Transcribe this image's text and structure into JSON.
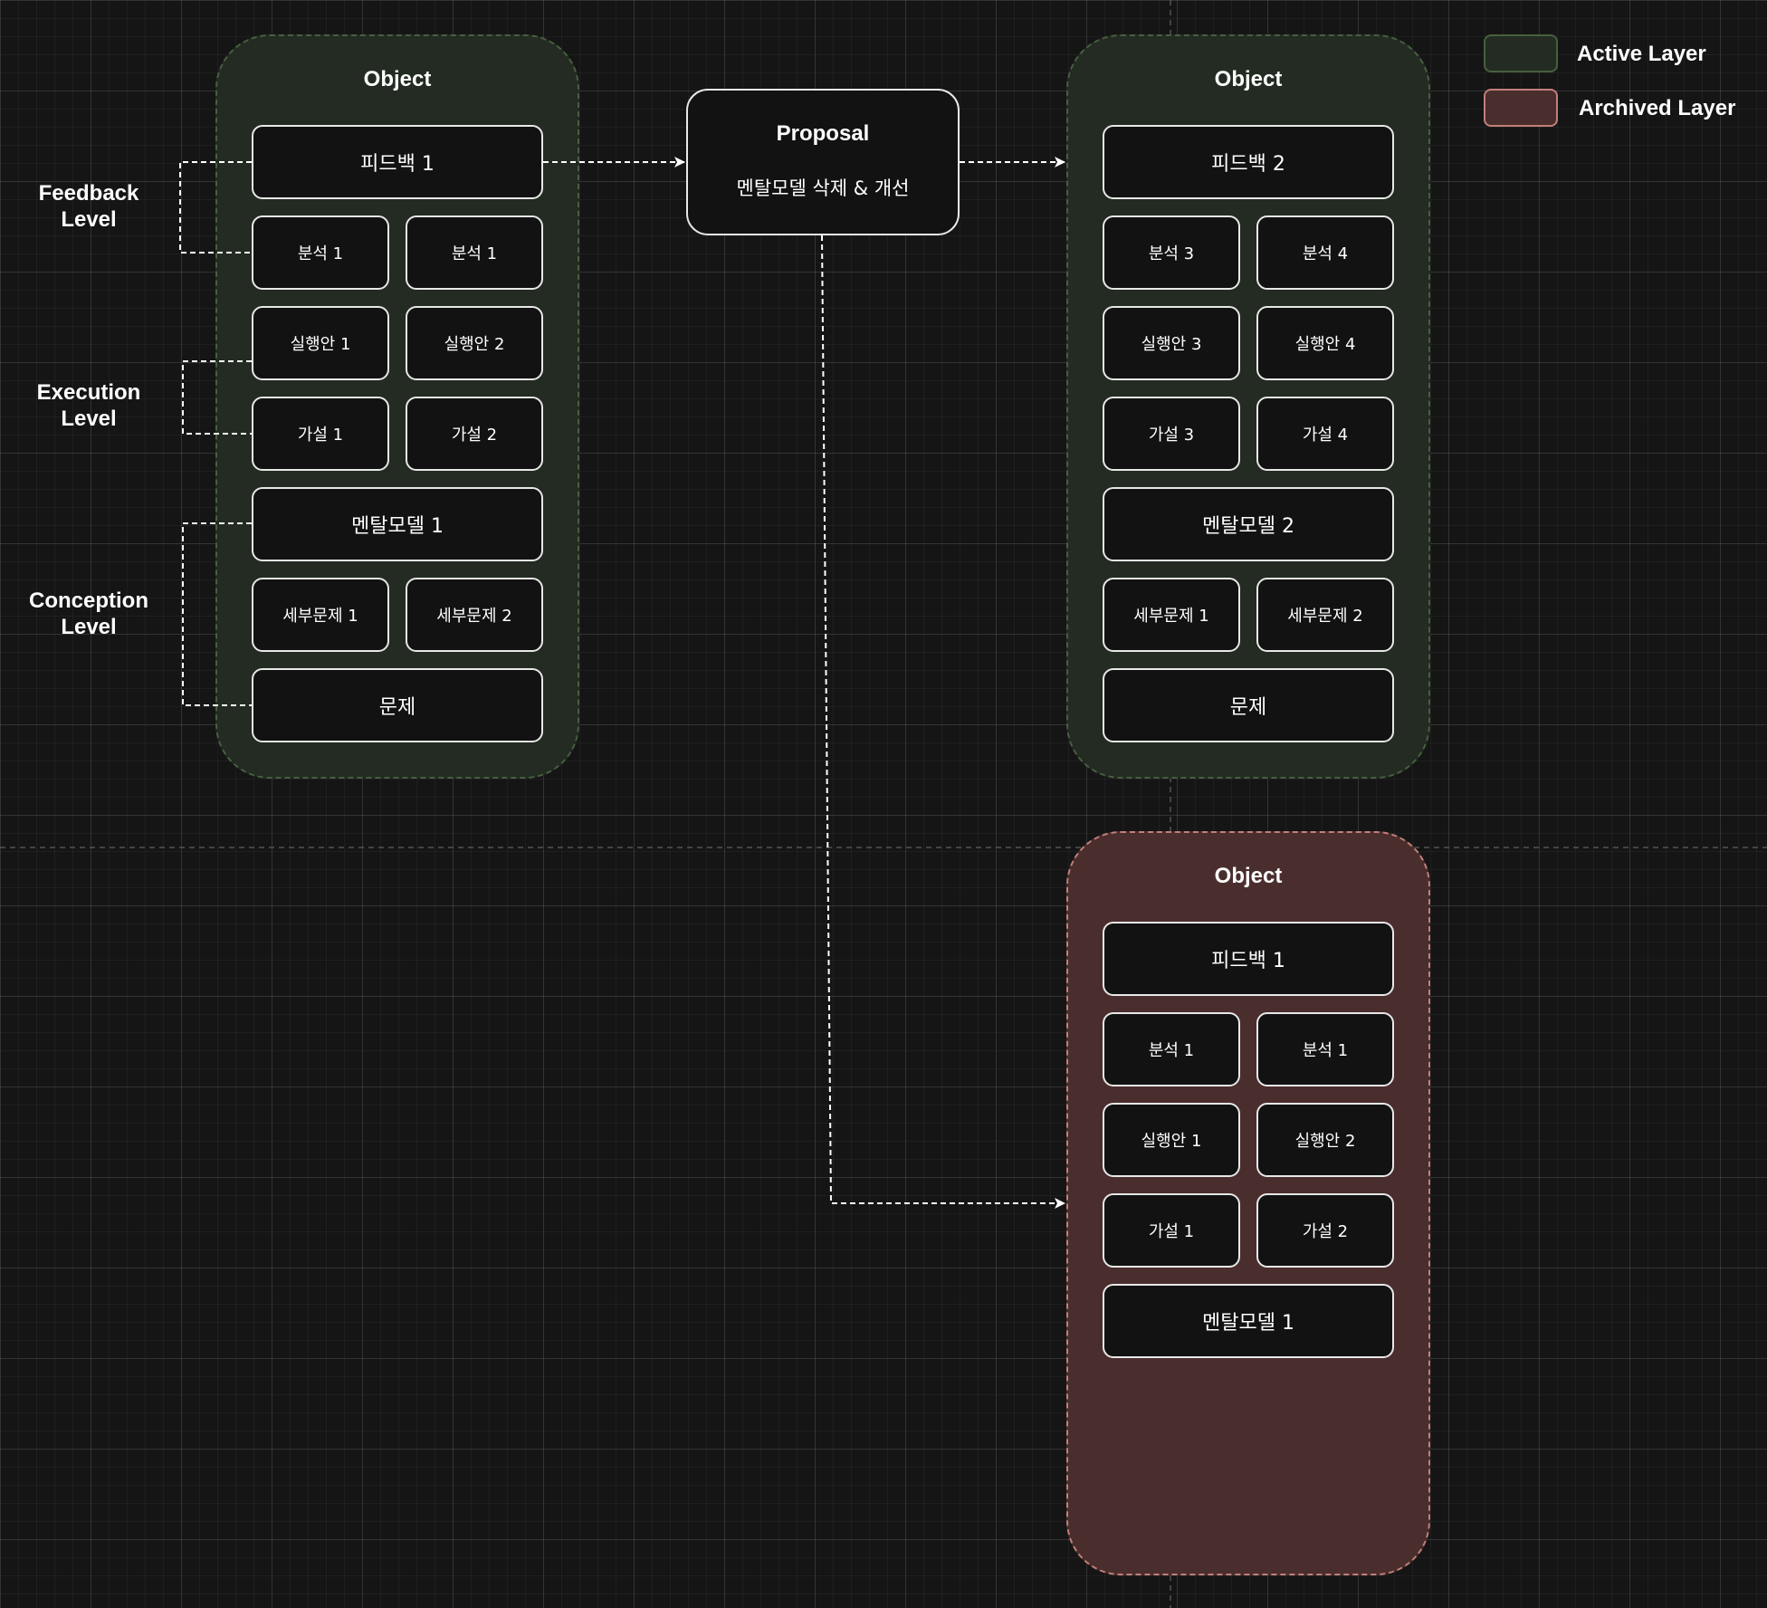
{
  "legend": {
    "active": {
      "label": "Active Layer",
      "fill": "#232b22",
      "border": "#46603f"
    },
    "archived": {
      "label": "Archived Layer",
      "fill": "#4a2e2d",
      "border": "#c27f7a"
    }
  },
  "levels": {
    "feedback": [
      "Feedback",
      "Level"
    ],
    "execution": [
      "Execution",
      "Level"
    ],
    "conception": [
      "Conception",
      "Level"
    ]
  },
  "proposal": {
    "title": "Proposal",
    "description": "멘탈모델 삭제 & 개선"
  },
  "objects": {
    "left": {
      "title": "Object",
      "feedback": "피드백 1",
      "analysis": [
        "분석 1",
        "분석 1"
      ],
      "plans": [
        "실행안 1",
        "실행안 2"
      ],
      "hypotheses": [
        "가설 1",
        "가설 2"
      ],
      "mental_model": "멘탈모델 1",
      "subproblems": [
        "세부문제 1",
        "세부문제 2"
      ],
      "problem": "문제"
    },
    "right": {
      "title": "Object",
      "feedback": "피드백 2",
      "analysis": [
        "분석 3",
        "분석 4"
      ],
      "plans": [
        "실행안 3",
        "실행안 4"
      ],
      "hypotheses": [
        "가설 3",
        "가설 4"
      ],
      "mental_model": "멘탈모델 2",
      "subproblems": [
        "세부문제 1",
        "세부문제 2"
      ],
      "problem": "문제"
    },
    "archived": {
      "title": "Object",
      "feedback": "피드백 1",
      "analysis": [
        "분석 1",
        "분석 1"
      ],
      "plans": [
        "실행안 1",
        "실행안 2"
      ],
      "hypotheses": [
        "가설 1",
        "가설 2"
      ],
      "mental_model": "멘탈모델 1"
    }
  }
}
